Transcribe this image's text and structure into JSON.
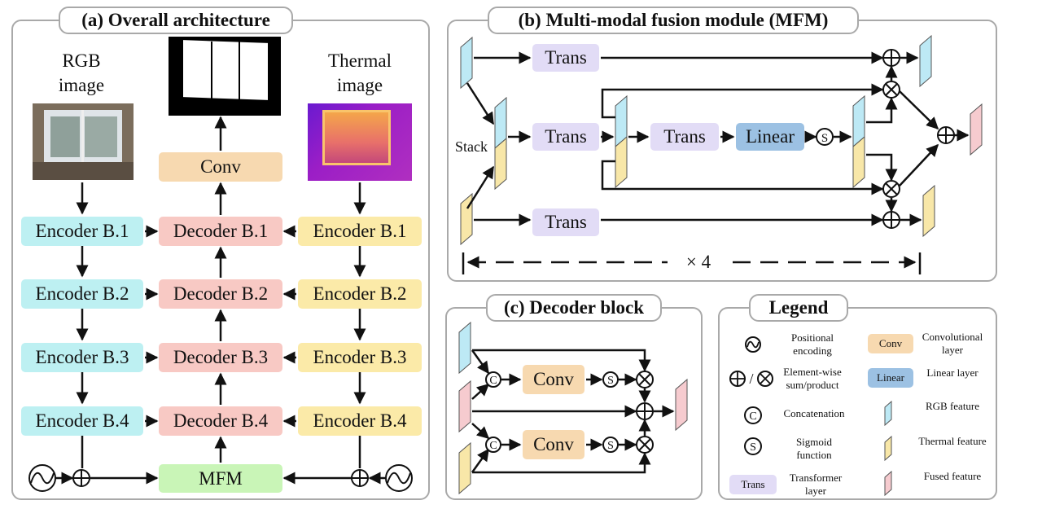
{
  "panel_a": {
    "title": "(a) Overall architecture",
    "rgb_label": "RGB image",
    "thermal_label": "Thermal image",
    "conv": "Conv",
    "mfm": "MFM",
    "encoders_rgb": [
      "Encoder B.1",
      "Encoder B.2",
      "Encoder B.3",
      "Encoder B.4"
    ],
    "decoders": [
      "Decoder B.1",
      "Decoder B.2",
      "Decoder B.3",
      "Decoder B.4"
    ],
    "encoders_thermal": [
      "Encoder B.1",
      "Encoder B.2",
      "Encoder B.3",
      "Encoder B.4"
    ]
  },
  "panel_b": {
    "title": "(b) Multi-modal fusion module (MFM)",
    "trans": "Trans",
    "linear": "Linear",
    "stack": "Stack",
    "repeat": "× 4",
    "sigmoid": "S"
  },
  "panel_c": {
    "title": "(c) Decoder block",
    "conv": "Conv",
    "concat": "C",
    "sigmoid": "S"
  },
  "legend": {
    "title": "Legend",
    "items": [
      {
        "symbol": "Conv",
        "label": "Convolutional layer"
      },
      {
        "symbol": "Linear",
        "label": "Linear layer"
      },
      {
        "symbol": "Trans",
        "label": "Transformer layer"
      }
    ],
    "pos_enc": "Positional encoding",
    "sum_product": "Element-wise sum/product",
    "sum_product_sep": "/",
    "concatenation": "Concatenation",
    "concat_symbol": "C",
    "sigmoid": "Sigmoid function",
    "sigmoid_symbol": "S",
    "rgb_feature": "RGB feature",
    "thermal_feature": "Thermal feature",
    "fused_feature": "Fused feature"
  },
  "colors": {
    "rgb_feature": "#bde9f5",
    "thermal_feature": "#f8e7a8",
    "fused_feature": "#f6cbcf",
    "encoder_rgb": "#bdf0f2",
    "decoder": "#f8c9c4",
    "encoder_thermal": "#fbeaa8",
    "conv": "#f7d9b0",
    "mfm": "#c9f5b7",
    "trans": "#e2dcf6",
    "linear": "#9cc1e3"
  }
}
